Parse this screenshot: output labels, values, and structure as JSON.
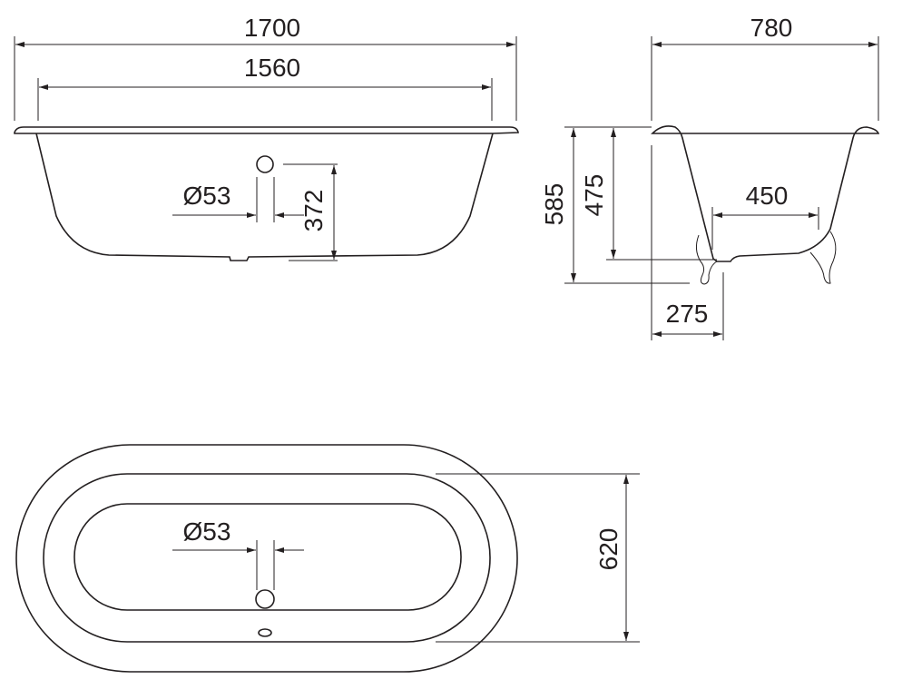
{
  "dimensions": {
    "front_length_outer": "1700",
    "front_length_inner": "1560",
    "overflow_diameter": "Ø53",
    "overflow_height": "372",
    "side_width": "780",
    "side_total_height": "585",
    "side_inner_depth": "475",
    "side_bottom_width": "450",
    "side_foot_offset": "275",
    "top_overflow_diameter": "Ø53",
    "top_inner_width": "620"
  },
  "colors": {
    "line": "#231f20",
    "background": "#ffffff"
  }
}
